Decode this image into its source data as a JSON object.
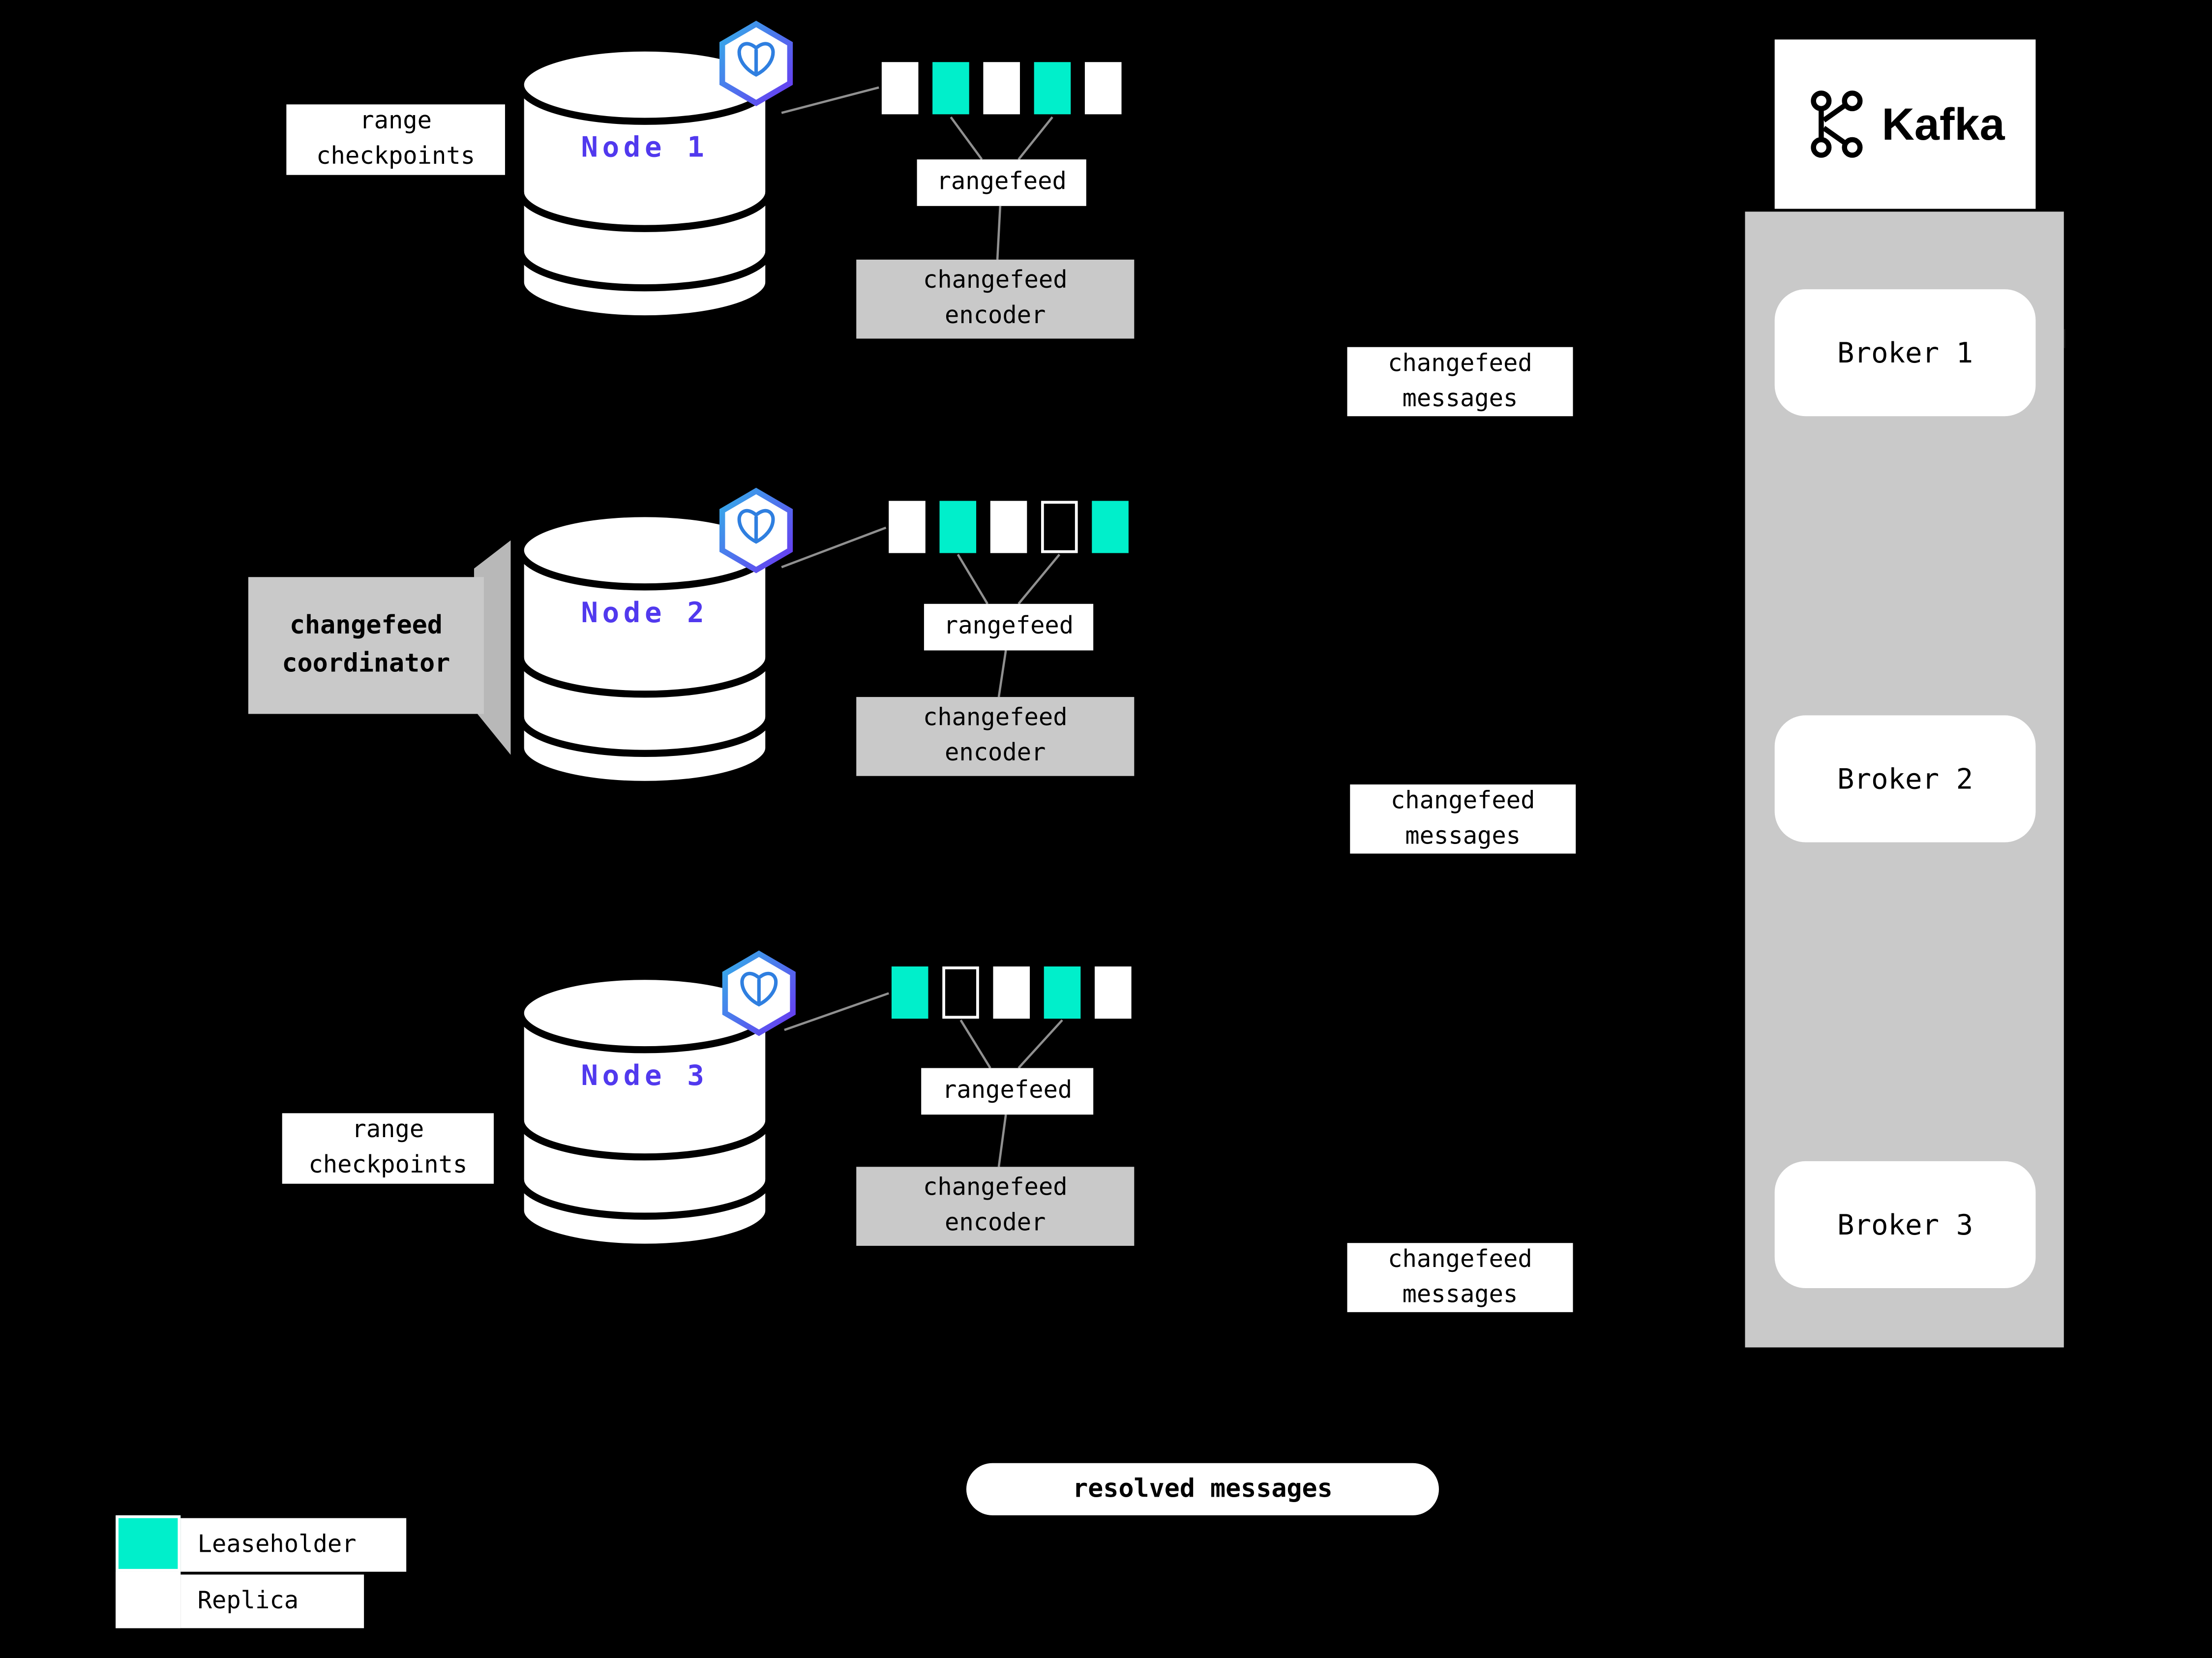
{
  "title": "changefeed architecture diagram",
  "colors": {
    "background": "#000000",
    "leaseholder": "#00efcb",
    "replica": "#ffffff",
    "node_label": "#5139ee",
    "panel": "#c9c9c9",
    "connector": "#909090"
  },
  "nodes": [
    {
      "name": "Node 1",
      "checkpoint_label": "range\ncheckpoints",
      "rangefeed": "rangefeed",
      "encoder": "changefeed\nencoder",
      "messages": "changefeed\nmessages",
      "ranges": [
        "replica",
        "leaseholder",
        "replica",
        "leaseholder",
        "replica"
      ]
    },
    {
      "name": "Node 2",
      "coordinator": "changefeed\ncoordinator",
      "rangefeed": "rangefeed",
      "encoder": "changefeed\nencoder",
      "messages": "changefeed\nmessages",
      "ranges": [
        "replica",
        "leaseholder",
        "replica",
        "empty",
        "leaseholder"
      ]
    },
    {
      "name": "Node 3",
      "checkpoint_label": "range\ncheckpoints",
      "rangefeed": "rangefeed",
      "encoder": "changefeed\nencoder",
      "messages": "changefeed\nmessages",
      "ranges": [
        "leaseholder",
        "empty",
        "replica",
        "leaseholder",
        "replica"
      ]
    }
  ],
  "kafka": {
    "logo_text": "Kafka",
    "brokers": [
      {
        "name": "Broker 1"
      },
      {
        "name": "Broker 2"
      },
      {
        "name": "Broker 3"
      }
    ]
  },
  "footer": {
    "resolved": "resolved messages"
  },
  "legend": {
    "items": [
      {
        "label": "Leaseholder",
        "swatch": "leaseholder"
      },
      {
        "label": "Replica",
        "swatch": "replica"
      }
    ]
  }
}
